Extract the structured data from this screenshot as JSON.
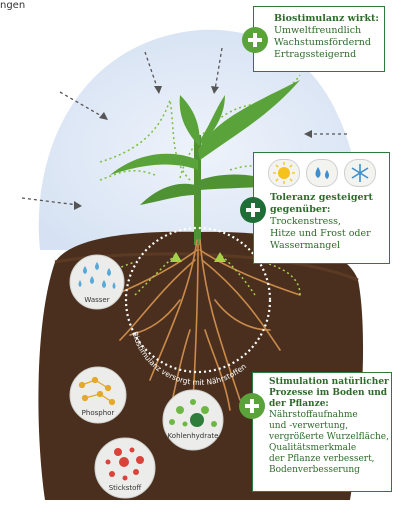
{
  "header_fragment": "ngen",
  "box_biostimulanz": {
    "title": "Biostimulanz wirkt:",
    "lines": [
      "Umweltfreundlich",
      "Wachstumsfördernd",
      "Ertragssteigernd"
    ]
  },
  "box_toleranz": {
    "title_lines": [
      "Toleranz gesteigert",
      "gegenüber:"
    ],
    "lines": [
      "Trockenstress,",
      "Hitze und Frost oder",
      "Wassermangel"
    ],
    "icons": [
      "sun-icon",
      "water-drops-icon",
      "snowflake-icon"
    ]
  },
  "box_stimulation": {
    "title_lines": [
      "Stimulation natürlicher",
      "Prozesse im Boden und",
      "der Pflanze:"
    ],
    "lines": [
      "Nährstoffaufnahme",
      "und -verwertung,",
      "vergrößerte Wurzelfläche,",
      "Qualitätsmerkmale",
      "der Pflanze verbessert,",
      "Bodenverbesserung"
    ]
  },
  "circle_text": "Biostimulanz versorgt mit Nährstoffen",
  "nutrients": {
    "wasser": "Wasser",
    "phosphor": "Phosphor",
    "kohlenhydrate": "Kohlenhydrate",
    "stickstoff": "Stickstoff"
  },
  "colors": {
    "sky": "#dce7f5",
    "soil": "#4a2f1e",
    "leaf": "#5aa33a",
    "box_border": "#2e7a3c",
    "plus": "#5aa33a"
  }
}
